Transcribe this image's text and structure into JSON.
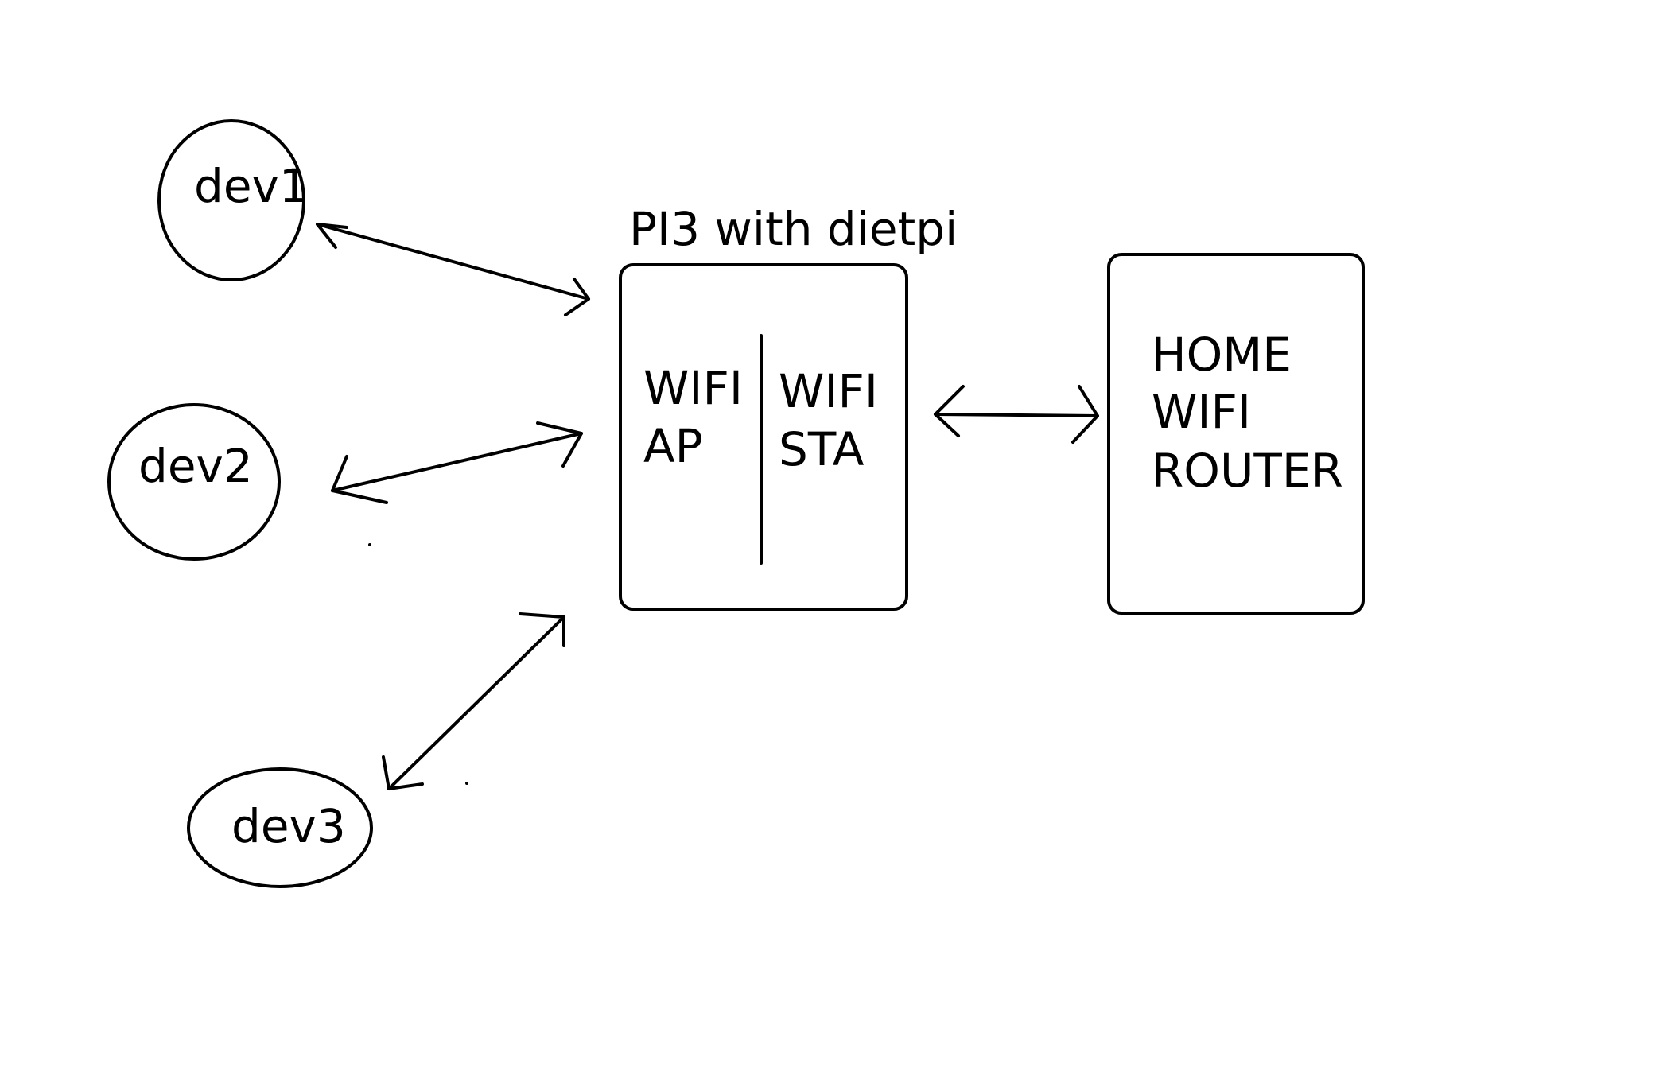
{
  "diagram": {
    "devices": [
      {
        "label": "dev1"
      },
      {
        "label": "dev2"
      },
      {
        "label": "dev3"
      }
    ],
    "pi": {
      "title": "PI3 with dietpi",
      "ap_line1": "WIFI",
      "ap_line2": "AP",
      "sta_line1": "WIFI",
      "sta_line2": "STA"
    },
    "router": {
      "line1": "HOME",
      "line2": "WIFI",
      "line3": "ROUTER"
    }
  }
}
